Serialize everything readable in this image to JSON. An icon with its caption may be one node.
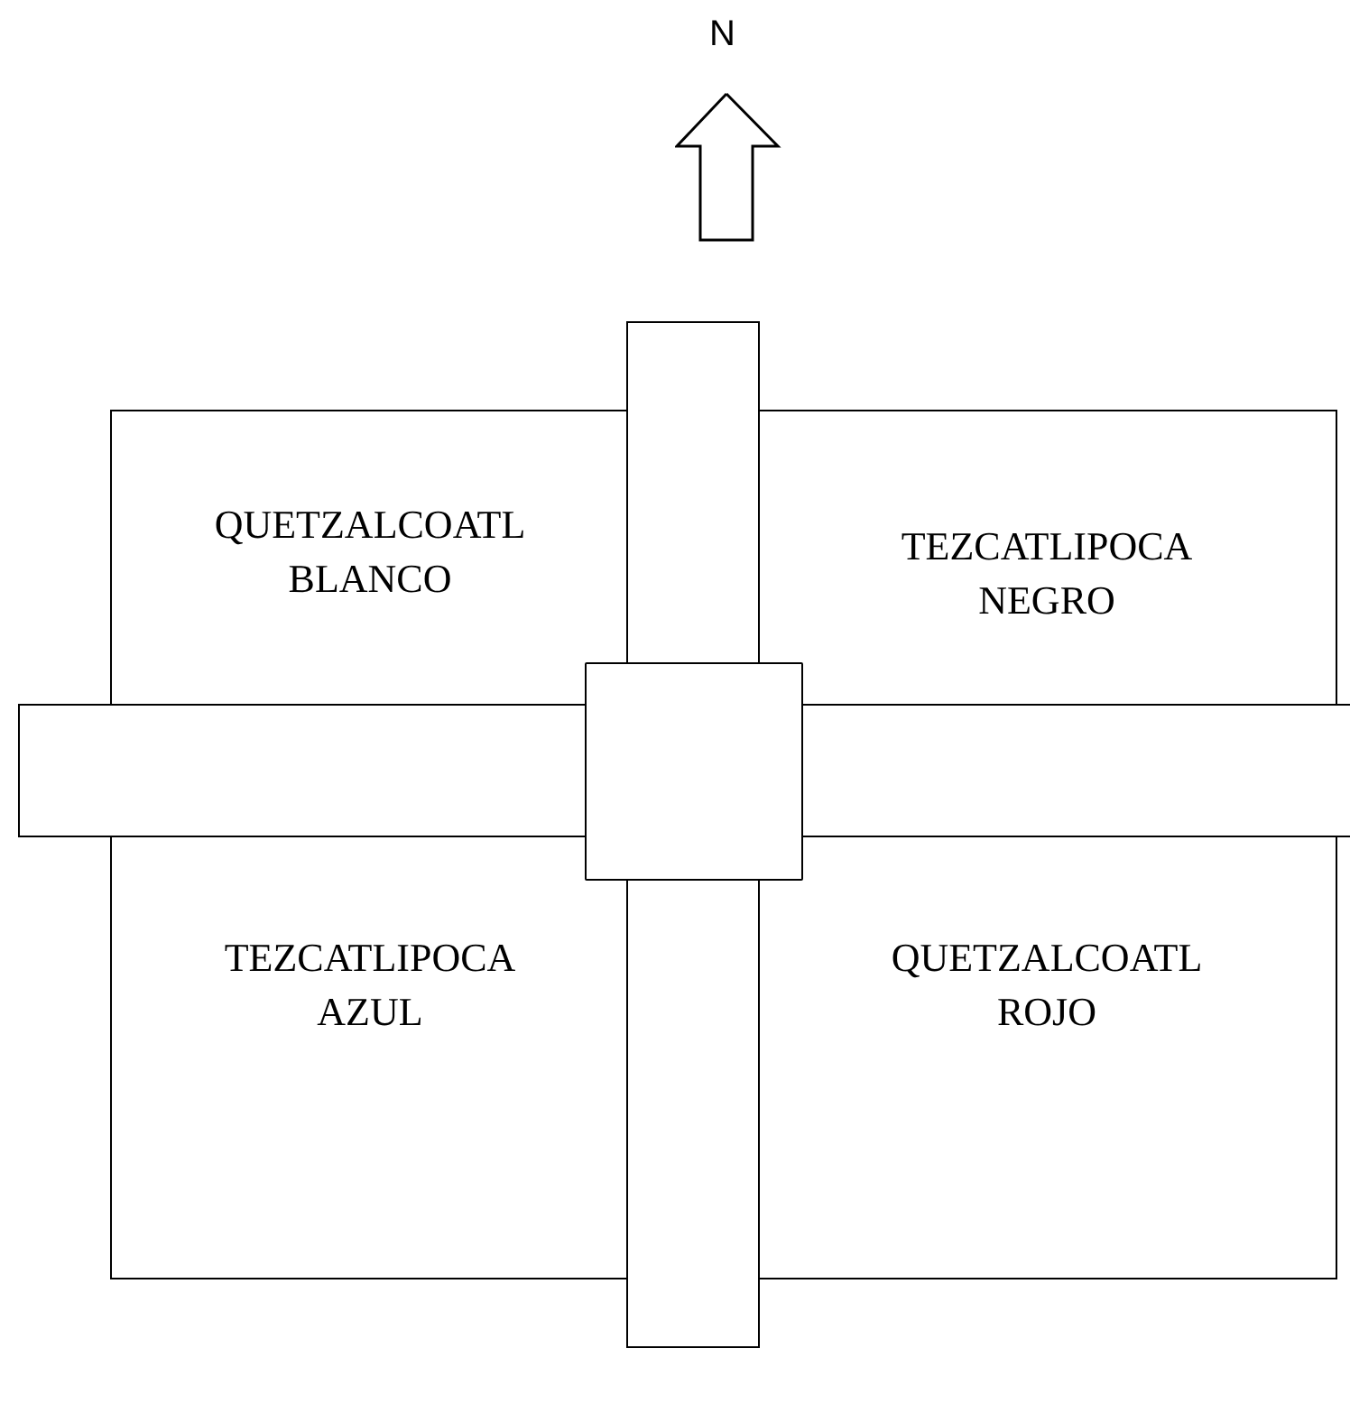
{
  "diagram": {
    "nodes": [
      {
        "text": [
          "QUETZALCOATL BLANCO"
        ]
      },
      {
        "text": [
          "TEZCATLIPOCA NEGRO"
        ]
      },
      {
        "text": [
          "TEZCATLIPOCA AZUL"
        ]
      },
      {
        "text": [
          "QUETZALCOATL ROJO"
        ]
      },
      {
        "text": [],
        "shape": "bar"
      },
      {
        "text": [],
        "shape": "bar"
      },
      {
        "text": [],
        "shape": "box"
      }
    ],
    "edges": [],
    "labels": [
      "N"
    ]
  }
}
